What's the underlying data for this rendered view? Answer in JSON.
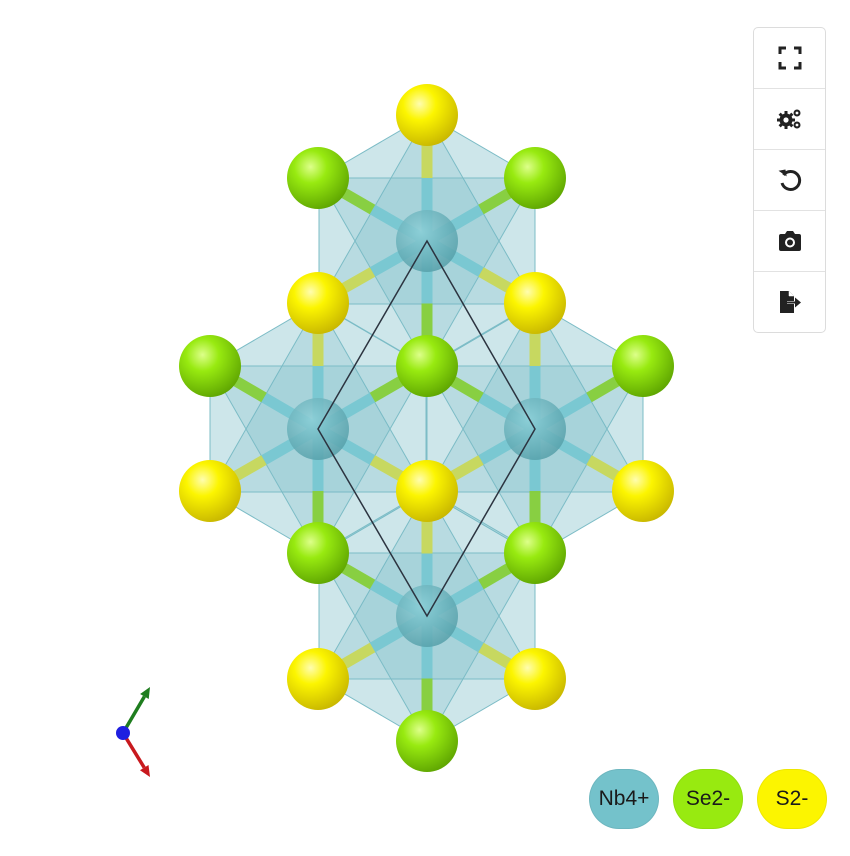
{
  "toolbar": {
    "buttons": [
      {
        "name": "fullscreen-button",
        "icon": "fullscreen-icon"
      },
      {
        "name": "settings-button",
        "icon": "gears-icon"
      },
      {
        "name": "reset-view-button",
        "icon": "rotate-left-icon"
      },
      {
        "name": "screenshot-button",
        "icon": "camera-icon"
      },
      {
        "name": "export-button",
        "icon": "file-export-icon"
      }
    ]
  },
  "legend": {
    "items": [
      {
        "label": "Nb4+",
        "color": "#74c2cb"
      },
      {
        "label": "Se2-",
        "color": "#98ea10"
      },
      {
        "label": "S2-",
        "color": "#fcf500"
      }
    ]
  },
  "axes": {
    "x_color": "#c8191e",
    "y_color": "#1e7d1e",
    "z_color": "#1f1fe0"
  },
  "colors": {
    "polyhedron_fill": "#6fb8c3",
    "bond_nb": "#78c8d2",
    "cell_line": "#2c3440"
  }
}
